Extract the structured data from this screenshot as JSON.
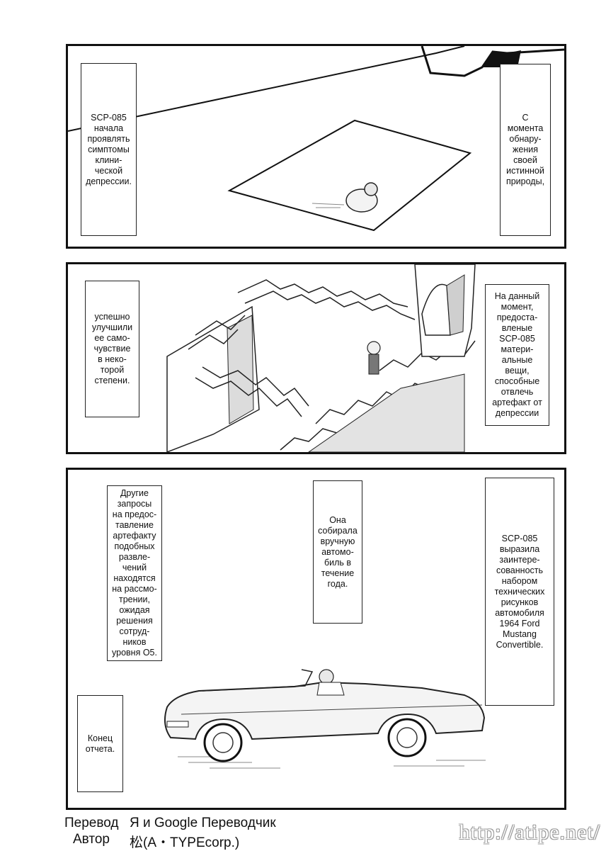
{
  "panel1": {
    "caption_left": "SCP-085\nначала\nпроявлять\nсимптомы\nклини-\nческой\nдепрессии.",
    "caption_right": "С\nмомента\nобнару-\nжения\nсвоей\nистинной\nприроды,"
  },
  "panel2": {
    "caption_left": "успешно\nулучшили\nее само-\nчувствие\nв неко-\nторой\nстепени.",
    "caption_right": "На данный\nмомент,\nпредоста-\nвленые\nSCP-085\nматери-\nальные\nвещи,\nспособные\nотвлечь\nартефакт от\nдепрессии"
  },
  "panel3": {
    "caption_left": "Другие\nзапросы\nна предос-\nтавление\nартефакту\nподобных\nразвле-\nчений\nнаходятся\nна рассмо-\nтрении,\nожидая\nрешения\nсотруд-\nников\nуровня О5.",
    "caption_middle": "Она\nсобирала\nвручную\nавтомо-\nбиль в\nтечение\nгода.",
    "caption_right": "SCP-085\nвыразила\nзаинтере-\nсованность\nнабором\nтехнических\nрисунков\nавтомобиля\n1964 Ford\nMustang\nConvertible.",
    "caption_end": "Конец\nотчета."
  },
  "credits": {
    "translation_label": "Перевод",
    "translation_value": "Я и Google Переводчик",
    "author_label": "Автор",
    "author_value": "松(A・TYPEcorp.)"
  },
  "watermark": "http://atipe.net/"
}
